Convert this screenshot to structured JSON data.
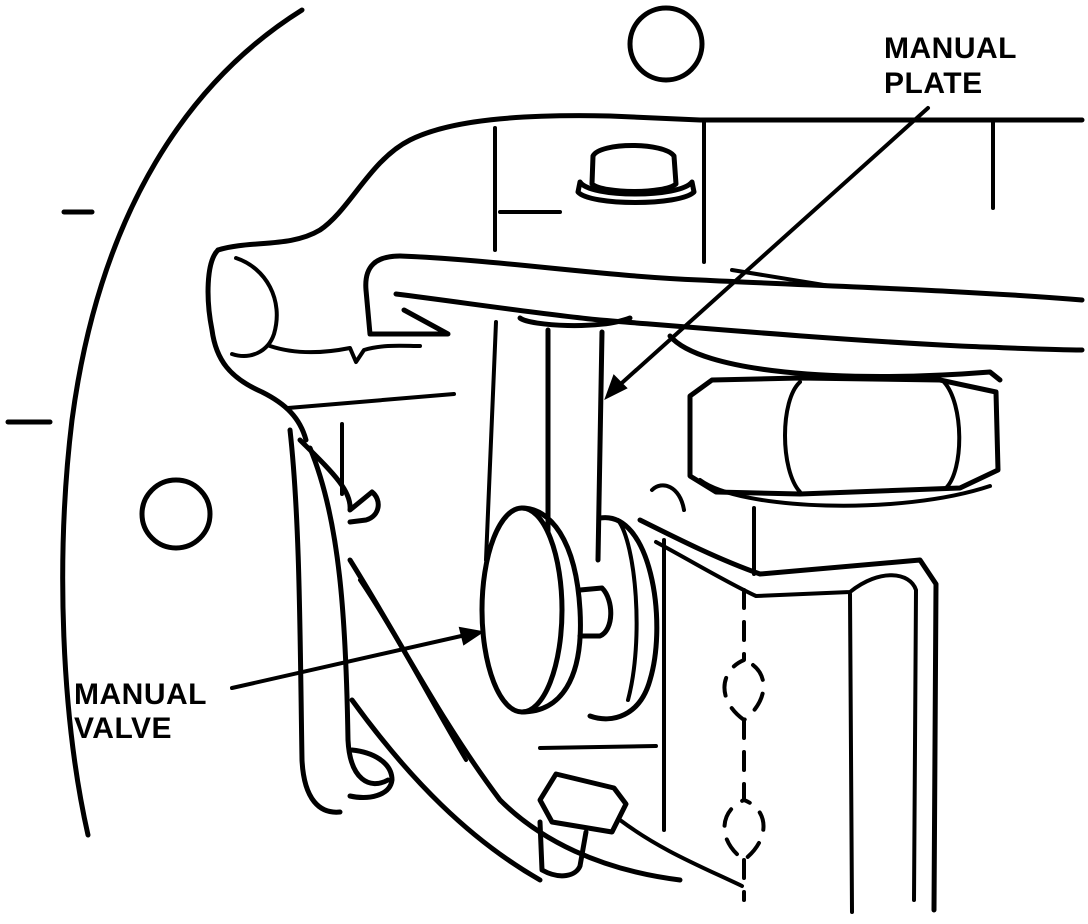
{
  "labels": {
    "manual_plate": {
      "line1": "MANUAL",
      "line2": "PLATE"
    },
    "manual_valve": {
      "line1": "MANUAL",
      "line2": "VALVE"
    }
  },
  "colors": {
    "ink": "#000000",
    "paper": "#ffffff"
  }
}
